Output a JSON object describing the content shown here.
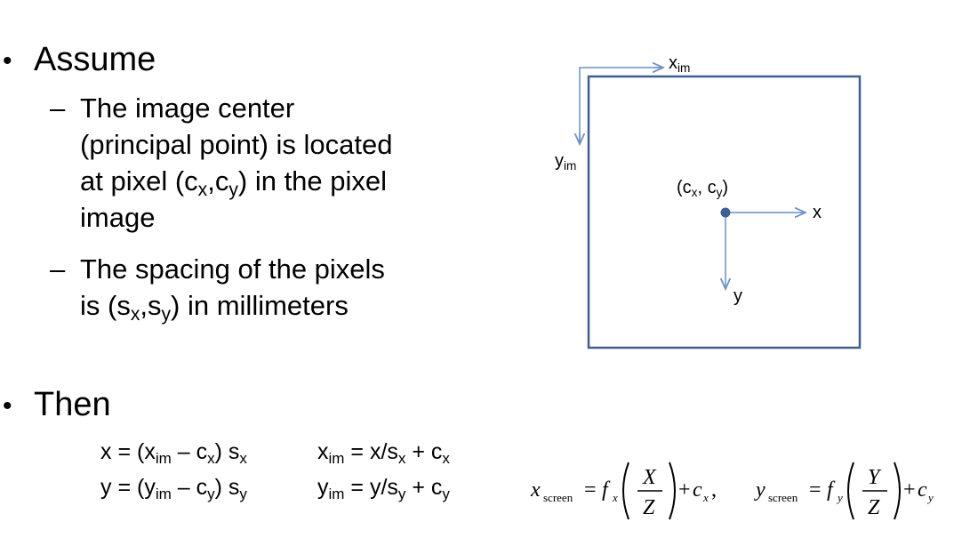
{
  "slide": {
    "assume": {
      "bullet": "•",
      "title": "Assume",
      "items": [
        {
          "dash": "–",
          "line1": "The image center",
          "line2": "(principal point) is located",
          "line3_pre": "at pixel (c",
          "sub_x": "x",
          "comma": ",c",
          "sub_y": "y",
          "line3_post": ") in the pixel",
          "line4": "image"
        },
        {
          "dash": "–",
          "line1": "The spacing of the pixels",
          "line2_pre": "is (s",
          "sub_x": "x",
          "comma": ",s",
          "sub_y": "y",
          "line2_post": ") in millimeters"
        }
      ]
    },
    "then": {
      "bullet": "•",
      "title": "Then",
      "eq1": {
        "a": "x = (x",
        "a_sub": "im",
        "b": " – c",
        "b_sub": "x",
        "c": ") s",
        "c_sub": "x"
      },
      "eq2": {
        "a": "y = (y",
        "a_sub": "im",
        "b": " – c",
        "b_sub": "y",
        "c": ") s",
        "c_sub": "y"
      },
      "eq3": {
        "a": "x",
        "a_sub": "im",
        "b": " =  x/s",
        "b_sub": "x",
        "c": " + c",
        "c_sub": "x"
      },
      "eq4": {
        "a": "y",
        "a_sub": "im",
        "b": " =  y/s",
        "b_sub": "y",
        "c": " + c",
        "c_sub": "y"
      },
      "screen_x": {
        "var": "x",
        "var_sub": "screen",
        "f": "f",
        "f_sub": "x",
        "num": "X",
        "den": "Z",
        "c": "c",
        "c_sub": "x",
        "tail": ","
      },
      "screen_y": {
        "var": "y",
        "var_sub": "screen",
        "f": "f",
        "f_sub": "y",
        "num": "Y",
        "den": "Z",
        "c": "c",
        "c_sub": "y"
      }
    },
    "diagram": {
      "x_im": "x",
      "x_im_sub": "im",
      "y_im": "y",
      "y_im_sub": "im",
      "center_pre": "(c",
      "center_sub_x": "x",
      "center_mid": ", c",
      "center_sub_y": "y",
      "center_post": ")",
      "x_label": "x",
      "y_label": "y",
      "stroke_color": "#3f5f8f",
      "arrow_color": "#6b8fc3",
      "point_color": "#3d5f96"
    }
  }
}
